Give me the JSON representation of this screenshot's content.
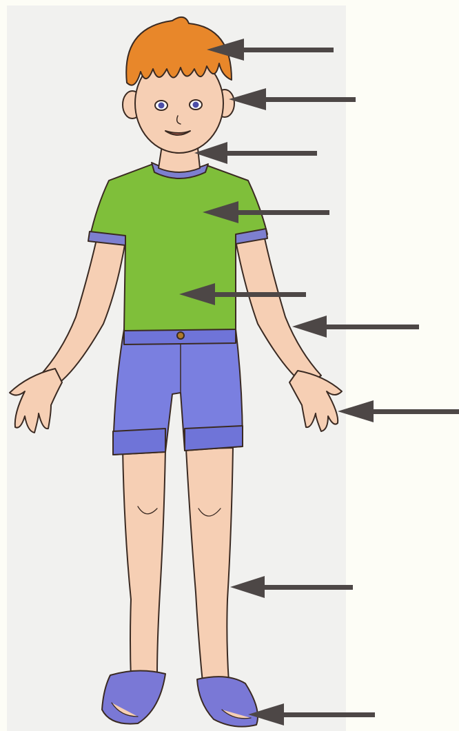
{
  "diagram": {
    "subject": "boy-body-parts-figure",
    "labels": [],
    "pointers": [
      {
        "id": "hair",
        "target": "hair"
      },
      {
        "id": "ear",
        "target": "ear"
      },
      {
        "id": "neck",
        "target": "neck"
      },
      {
        "id": "chest",
        "target": "chest"
      },
      {
        "id": "belly",
        "target": "belly"
      },
      {
        "id": "elbow",
        "target": "elbow"
      },
      {
        "id": "fingers",
        "target": "fingers"
      },
      {
        "id": "leg",
        "target": "leg"
      },
      {
        "id": "foot",
        "target": "foot"
      }
    ]
  },
  "colors": {
    "page_background": "#fdfdf6",
    "paper": "#f1f1ef",
    "hair": "#e8872a",
    "skin": "#f6cfb4",
    "shirt": "#7fbf3a",
    "shirt_trim": "#7d7fd0",
    "shorts": "#7a7fe0",
    "sandals": "#7a78d6",
    "arrow": "#4d4746",
    "outline": "#3a2a22"
  }
}
